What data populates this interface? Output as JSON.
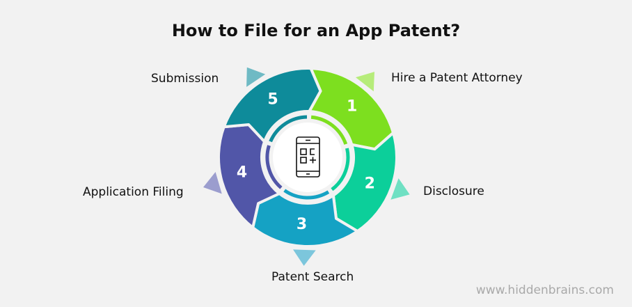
{
  "title": "How to File for an App Patent?",
  "steps": [
    {
      "number": "1",
      "label": "Hire a Patent Attorney",
      "color": "#7ddf1f",
      "accent": "#b6ec7a"
    },
    {
      "number": "2",
      "label": "Disclosure",
      "color": "#0ccf9a",
      "accent": "#6fe0c3"
    },
    {
      "number": "3",
      "label": "Patent Search",
      "color": "#15a2c4",
      "accent": "#7cc6dc"
    },
    {
      "number": "4",
      "label": "Application Filing",
      "color": "#5156a8",
      "accent": "#9b9dce"
    },
    {
      "number": "5",
      "label": "Submission",
      "color": "#0e8b9a",
      "accent": "#6fbac4"
    }
  ],
  "center_icon": "mobile-app-icon",
  "watermark": "www.hiddenbrains.com"
}
